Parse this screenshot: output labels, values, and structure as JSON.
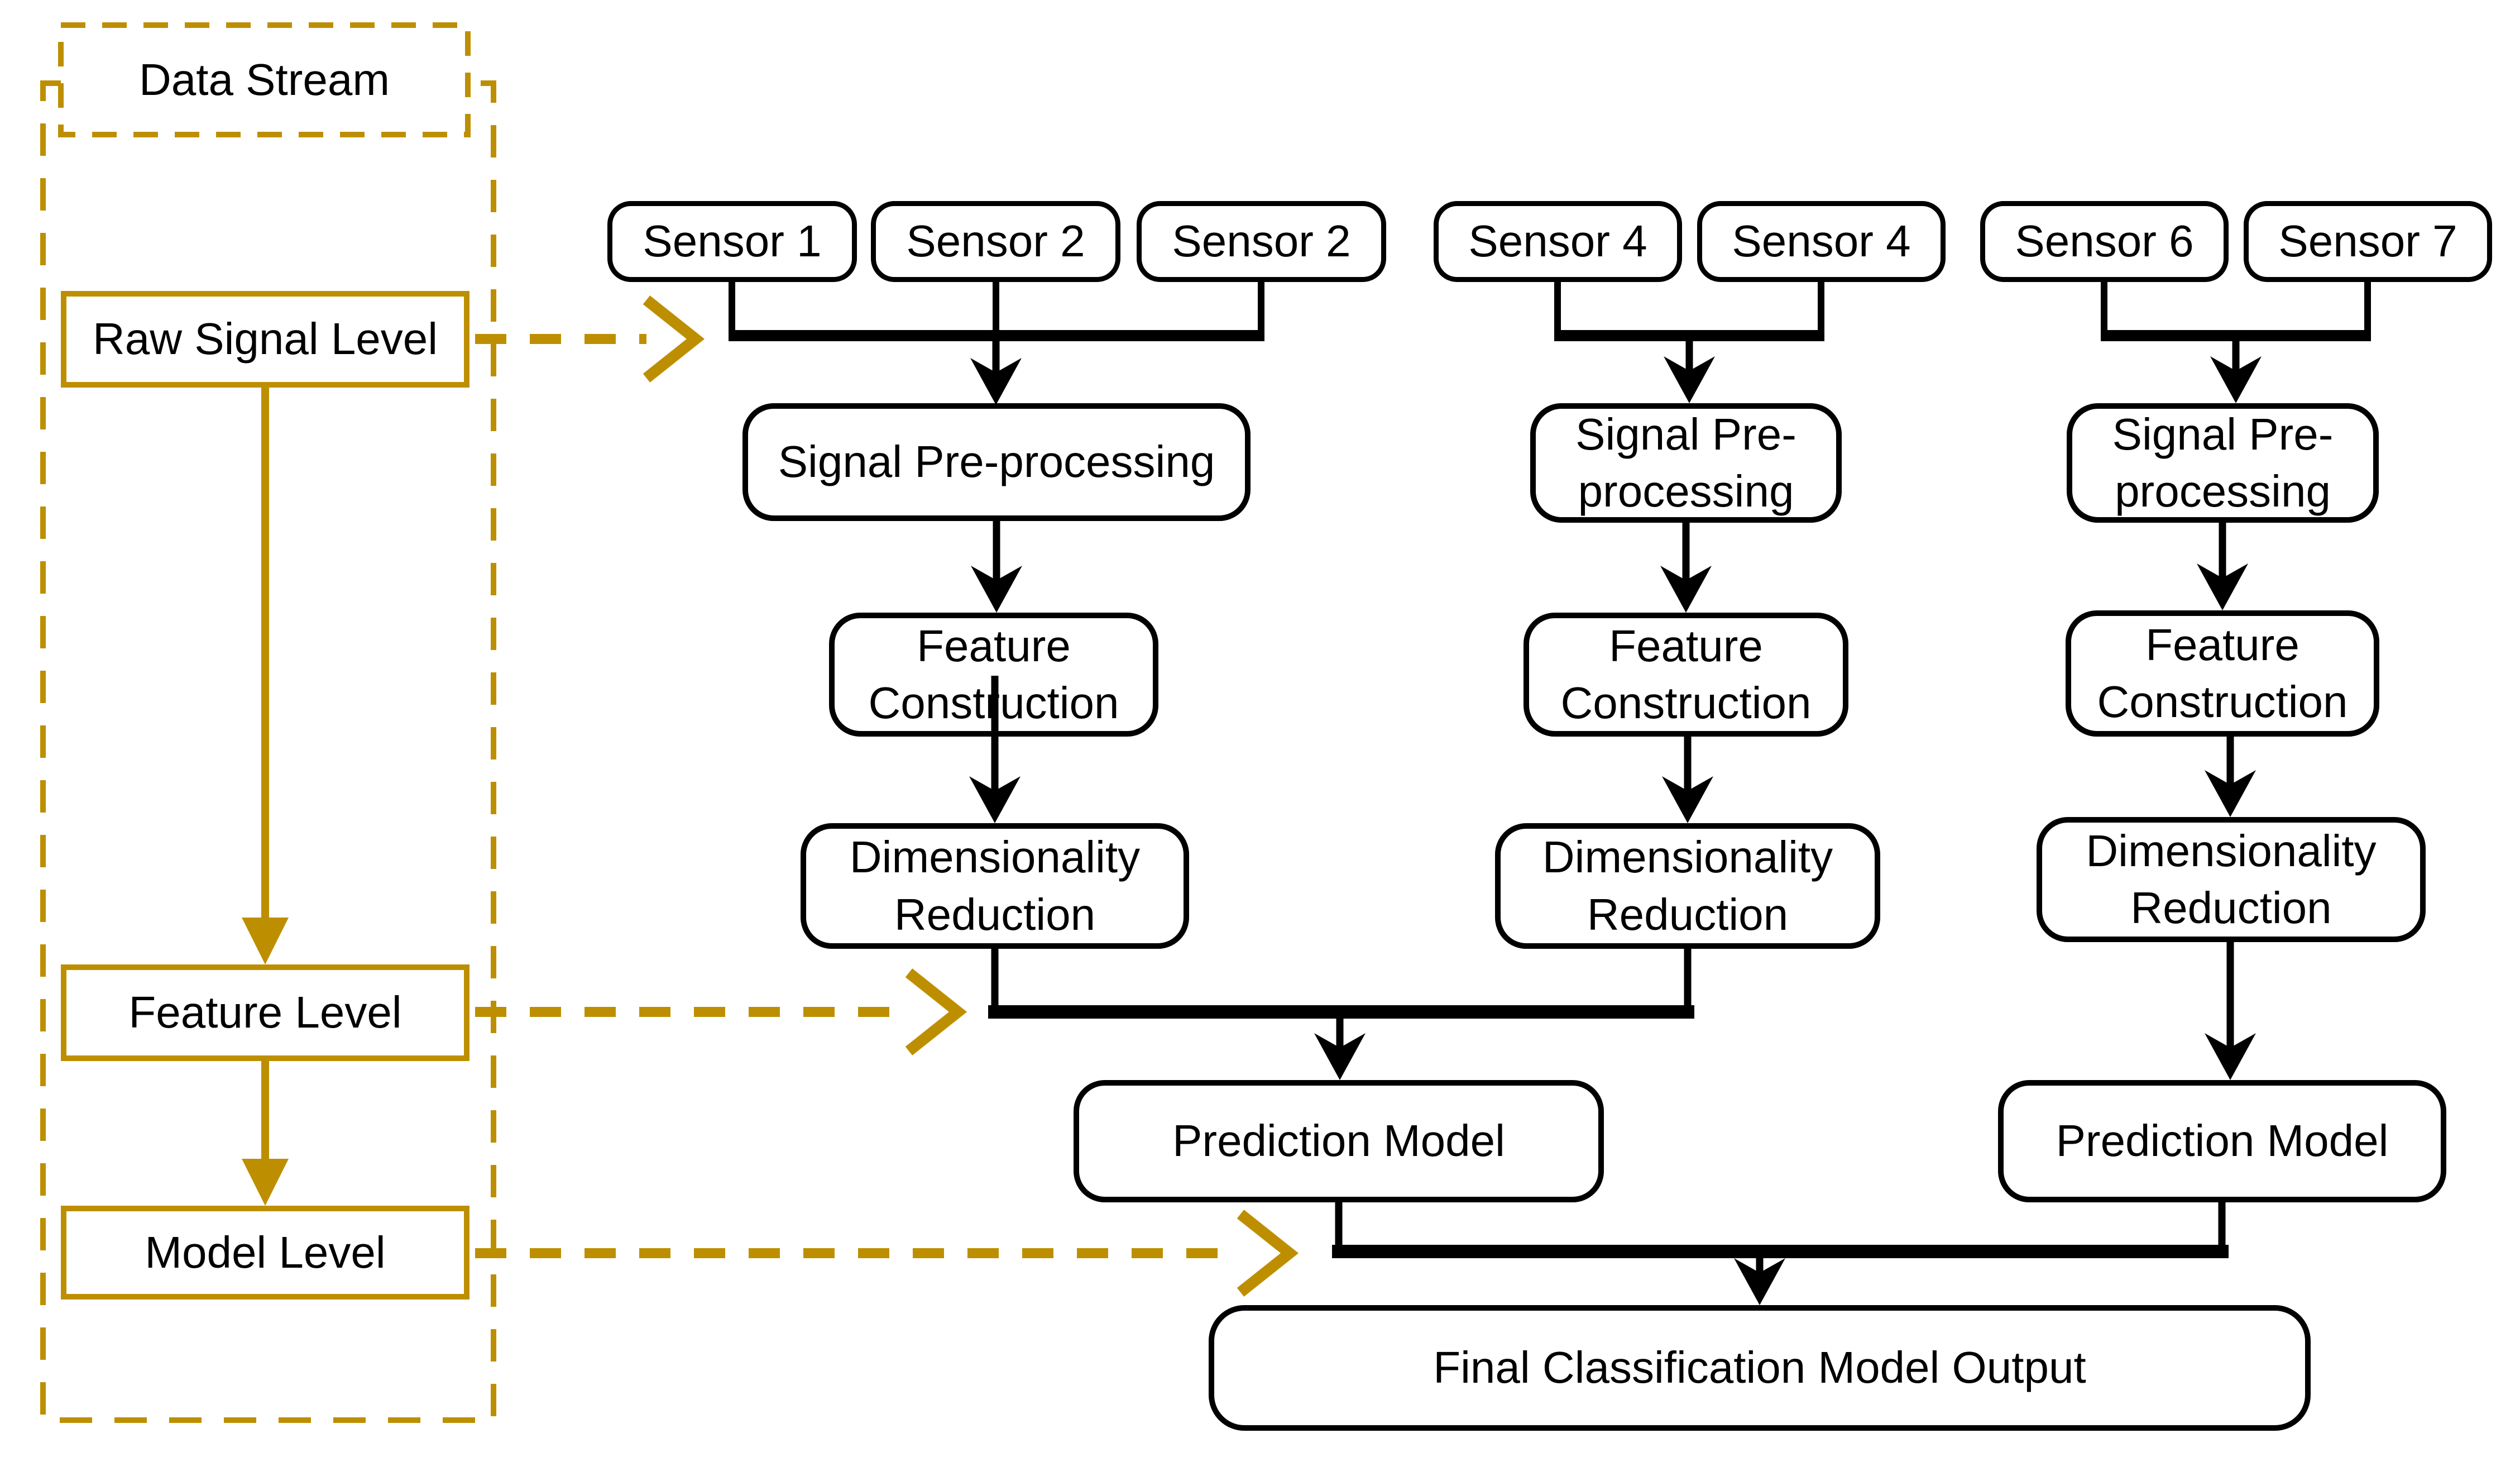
{
  "colors": {
    "accent_gold": "#BD8F00",
    "line_black": "#000000",
    "background": "#FFFFFF"
  },
  "lanes": {
    "data_stream": "Data Stream",
    "raw_signal_level": "Raw Signal Level",
    "feature_level": "Feature Level",
    "model_level": "Model Level"
  },
  "sensors": [
    {
      "label": "Sensor 1"
    },
    {
      "label": "Sensor 2"
    },
    {
      "label": "Sensor 2"
    },
    {
      "label": "Sensor 4"
    },
    {
      "label": "Sensor 4"
    },
    {
      "label": "Sensor 6"
    },
    {
      "label": "Sensor 7"
    }
  ],
  "stages": {
    "signal_preprocessing": "Signal Pre-processing",
    "feature_construction": "Feature Construction",
    "dimensionality_reduction": "Dimensionality Reduction",
    "prediction_model": "Prediction Model",
    "final_output": "Final Classification Model Output"
  }
}
